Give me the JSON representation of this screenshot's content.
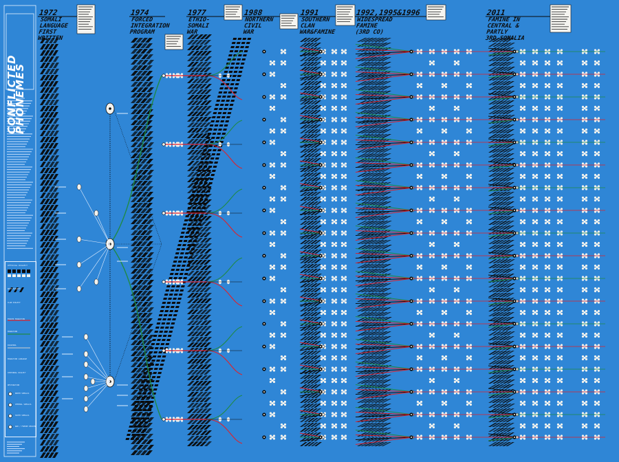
{
  "title": {
    "line1": "CONFLICTED",
    "line2": "PHONEMES"
  },
  "events": [
    {
      "year": "1972",
      "label": "SOMALI\nLANGUAGE\nFIRST\nWRITTEN"
    },
    {
      "year": "1974",
      "label": "FORCED\nINTEGRATION\nPROGRAM"
    },
    {
      "year": "1977",
      "label": "ETHIO-\nSOMALI\nWAR"
    },
    {
      "year": "1988",
      "label": "NORTHERN\nCIVIL\nWAR"
    },
    {
      "year": "1991",
      "label": "SOUTHERN\nCLAN\nWAR&FAMINE"
    },
    {
      "year": "1992,1995&1996",
      "label": "WIDESPREAD\nFAMINE\n(3RD CO)"
    },
    {
      "year": "2011",
      "label": "FAMINE IN\nCENTRAL &\nPARTLY\n3RD SOMALIA"
    }
  ],
  "legend": {
    "title": "OFFICIAL DIALECT",
    "items": [
      "ROOT DIALECT",
      "CLAN DIALECT",
      "FORCED MIGRATION",
      "MIGRATION",
      "DIASPORA",
      "MIGRATION LANGUAGE",
      "CONTINUAL DIALECT",
      "DESTINATION"
    ],
    "destinations": [
      "NORTH SOMALIA",
      "CENTRAL SOMALIA",
      "SOUTH SOMALIA",
      "WAR / FAMINE REGION"
    ]
  },
  "colors": {
    "background": "#2f86d6",
    "ink": "#0a0a0a",
    "node": "#f2f2ee",
    "war_line": "#e0202a",
    "migration_line": "#1f8a45"
  }
}
